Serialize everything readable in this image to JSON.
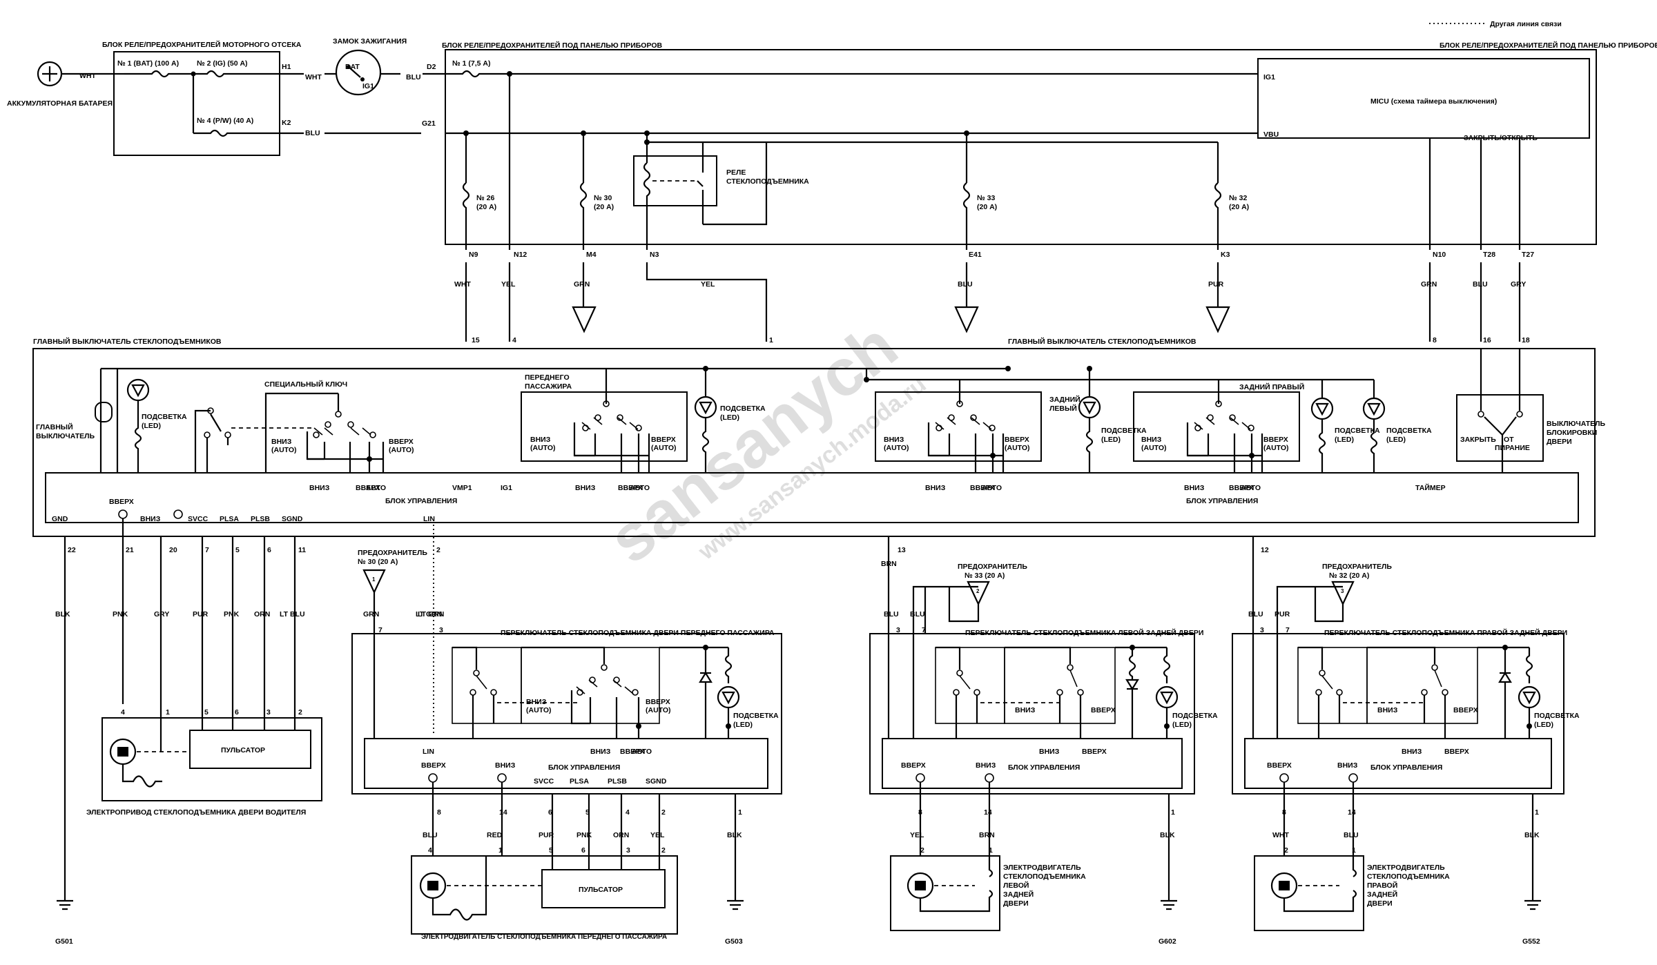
{
  "legend": {
    "other_line": "Другая линия связи"
  },
  "battery": {
    "label": "АККУМУЛЯТОРНАЯ БАТАРЕЯ",
    "wire": "WHT"
  },
  "engine_box": {
    "title": "БЛОК РЕЛЕ/ПРЕДОХРАНИТЕЛЕЙ МОТОРНОГО ОТСЕКА",
    "fuse1": "№ 1 (BAT) (100 А)",
    "fuse2": "№ 2 (IG) (50 А)",
    "fuse4": "№ 4 (P/W) (40 А)",
    "pin_h1": "H1",
    "pin_k2": "K2",
    "wire_h1": "WHT",
    "wire_k2": "BLU"
  },
  "ignition": {
    "title": "ЗАМОК ЗАЖИГАНИЯ",
    "bat": "BAT",
    "ig1": "IG1",
    "wire_out": "BLU"
  },
  "dash_box": {
    "title": "БЛОК РЕЛЕ/ПРЕДОХРАНИТЕЛЕЙ ПОД ПАНЕЛЬЮ ПРИБОРОВ",
    "title_right": "БЛОК РЕЛЕ/ПРЕДОХРАНИТЕЛЕЙ ПОД ПАНЕЛЬЮ ПРИБОРОВ",
    "pin_d2": "D2",
    "pin_g21": "G21",
    "fuse1": "№ 1 (7,5 А)",
    "fuse26": "№ 26",
    "fuse26_a": "(20 А)",
    "fuse30": "№ 30",
    "fuse30_a": "(20 А)",
    "fuse33": "№ 33",
    "fuse33_a": "(20 А)",
    "fuse32": "№ 32",
    "fuse32_a": "(20 А)",
    "relay_l1": "РЕЛЕ",
    "relay_l2": "СТЕКЛОПОДЪЕМНИКА",
    "micu": "MICU (схема таймера выключения)",
    "micu_ig1": "IG1",
    "micu_vbu": "VBU",
    "close_open": "ЗАКРЫТЬ/ОТКРЫТЬ"
  },
  "connectors_top": [
    {
      "pin": "N9",
      "color": "WHT",
      "num": "15"
    },
    {
      "pin": "N12",
      "color": "YEL",
      "num": "4"
    },
    {
      "pin": "M4",
      "color": "GRN",
      "num": ""
    },
    {
      "pin": "N3",
      "color": "YEL",
      "num": "1"
    },
    {
      "pin": "E41",
      "color": "BLU",
      "num": ""
    },
    {
      "pin": "K3",
      "color": "PUR",
      "num": ""
    },
    {
      "pin": "N10",
      "color": "GRN",
      "num": "8"
    },
    {
      "pin": "T28",
      "color": "BLU",
      "num": "16"
    },
    {
      "pin": "T27",
      "color": "GRY",
      "num": "18"
    }
  ],
  "main_switch": {
    "title": "ГЛАВНЫЙ ВЫКЛЮЧАТЕЛЬ СТЕКЛОПОДЪЕМНИКОВ",
    "title_right": "ГЛАВНЫЙ ВЫКЛЮЧАТЕЛЬ СТЕКЛОПОДЪЕМНИКОВ",
    "main_l1": "ГЛАВНЫЙ",
    "main_l2": "ВЫКЛЮЧАТЕЛЬ",
    "backlight": "ПОДСВЕТКА",
    "led": "(LED)",
    "special_key": "СПЕЦИАЛЬНЫЙ КЛЮЧ",
    "down_auto": "ВНИЗ",
    "auto": "(AUTO)",
    "up_auto": "ВВЕРХ",
    "front_pass_l1": "ПЕРЕДНЕГО",
    "front_pass_l2": "ПАССАЖИРА",
    "rear_left_l1": "ЗАДНИЙ",
    "rear_left_l2": "ЛЕВЫЙ",
    "rear_right": "ЗАДНИЙ ПРАВЫЙ",
    "lock_l1": "ВЫКЛЮЧАТЕЛЬ",
    "lock_l2": "БЛОКИРОВКИ",
    "lock_l3": "ДВЕРИ",
    "lock_close": "ЗАКРЫТЬ",
    "lock_off": "ОТ",
    "lock_power": "ПИРАНИЕ",
    "ctrl_unit": "БЛОК УПРАВЛЕНИЯ",
    "ctrl_unit_right": "БЛОК УПРАВЛЕНИЯ",
    "vmp1": "VMP1",
    "ig1": "IG1",
    "down": "ВНИЗ",
    "up": "ВВЕРХ",
    "auto_short": "АВТО",
    "timer": "ТАЙМЕР",
    "gnd": "GND",
    "up_left": "ВВЕРХ",
    "down_left": "ВНИЗ",
    "svcc": "SVCC",
    "plsa": "PLSA",
    "plsb": "PLSB",
    "sgnd": "SGND",
    "lin": "LIN"
  },
  "bottom_pins": [
    {
      "num": "22",
      "color": "BLK"
    },
    {
      "num": "21",
      "color": "PNK"
    },
    {
      "num": "20",
      "color": "GRY"
    },
    {
      "num": "7",
      "color": "PUR"
    },
    {
      "num": "5",
      "color": "PNK"
    },
    {
      "num": "6",
      "color": "ORN"
    },
    {
      "num": "11",
      "color": "LT BLU"
    },
    {
      "num": "2",
      "color": "LT GRN"
    },
    {
      "num": "13",
      "color": "BRN"
    },
    {
      "num": "12",
      "color": ""
    }
  ],
  "driver_motor": {
    "label": "ЭЛЕКТРОПРИВОД СТЕКЛОПОДЪЕМНИКА ДВЕРИ ВОДИТЕЛЯ",
    "pulsator": "ПУЛЬСАТОР",
    "pins": [
      "4",
      "1",
      "5",
      "6",
      "3",
      "2"
    ]
  },
  "fuse_refs": {
    "title": "ПРЕДОХРАНИТЕЛЬ",
    "f30": "№ 30 (20 А)",
    "f33": "№ 33 (20 А)",
    "f32": "№ 32 (20 А)",
    "t1": "1",
    "t2": "2",
    "t3": "3"
  },
  "front_pass_switch": {
    "title": "ПЕРЕКЛЮЧАТЕЛЬ СТЕКЛОПОДЪЕМНИКА ДВЕРИ ПЕРЕДНЕГО ПАССАЖИРА",
    "in_grn": "GRN",
    "in_pin7": "7",
    "in_ltgrn": "LT GRN",
    "in_pin3": "3",
    "ctrl": "БЛОК УПРАВЛЕНИЯ",
    "lin": "LIN",
    "svcc": "SVCC",
    "plsa": "PLSA",
    "plsb": "PLSB",
    "sgnd": "SGND",
    "pins": [
      "8",
      "14",
      "6",
      "5",
      "4",
      "2",
      "1"
    ],
    "colors": [
      "BLU",
      "RED",
      "PUR",
      "PNK",
      "ORN",
      "YEL",
      "BLK"
    ],
    "motor_pins": [
      "4",
      "1",
      "5",
      "6",
      "3",
      "2"
    ]
  },
  "front_pass_motor": {
    "label": "ЭЛЕКТРОДВИГАТЕЛЬ СТЕКЛОПОДЪЕМНИКА ПЕРЕДНЕГО ПАССАЖИРА",
    "pulsator": "ПУЛЬСАТОР"
  },
  "rear_left_switch": {
    "title": "ПЕРЕКЛЮЧАТЕЛЬ СТЕКЛОПОДЪЕМНИКА ЛЕВОЙ ЗАДНЕЙ ДВЕРИ",
    "in_a": "BLU",
    "in_b": "BLU",
    "pin_a": "3",
    "pin_b": "7",
    "ctrl": "БЛОК УПРАВЛЕНИЯ",
    "pins": [
      "8",
      "14",
      "1"
    ],
    "colors": [
      "YEL",
      "BRN",
      "BLK"
    ],
    "motor_pins": [
      "2",
      "1"
    ]
  },
  "rear_left_motor": {
    "l1": "ЭЛЕКТРОДВИГАТЕЛЬ",
    "l2": "СТЕКЛОПОДЪЕМНИКА",
    "l3": "ЛЕВОЙ",
    "l4": "ЗАДНЕЙ",
    "l5": "ДВЕРИ"
  },
  "rear_right_switch": {
    "title": "ПЕРЕКЛЮЧАТЕЛЬ СТЕКЛОПОДЪЕМНИКА ПРАВОЙ ЗАДНЕЙ ДВЕРИ",
    "in_a": "BLU",
    "in_b": "PUR",
    "pin_a": "3",
    "pin_b": "7",
    "ctrl": "БЛОК УПРАВЛЕНИЯ",
    "pins": [
      "8",
      "14",
      "1"
    ],
    "colors": [
      "WHT",
      "BLU",
      "BLK"
    ],
    "motor_pins": [
      "2",
      "1"
    ]
  },
  "rear_right_motor": {
    "l1": "ЭЛЕКТРОДВИГАТЕЛЬ",
    "l2": "СТЕКЛОПОДЪЕМНИКА",
    "l3": "ПРАВОЙ",
    "l4": "ЗАДНЕЙ",
    "l5": "ДВЕРИ"
  },
  "grounds": {
    "g501": "G501",
    "g503": "G503",
    "g602": "G602",
    "g552": "G552"
  },
  "watermark": {
    "a": "sansanych",
    "b": "www.sansanych.moda.ru"
  }
}
